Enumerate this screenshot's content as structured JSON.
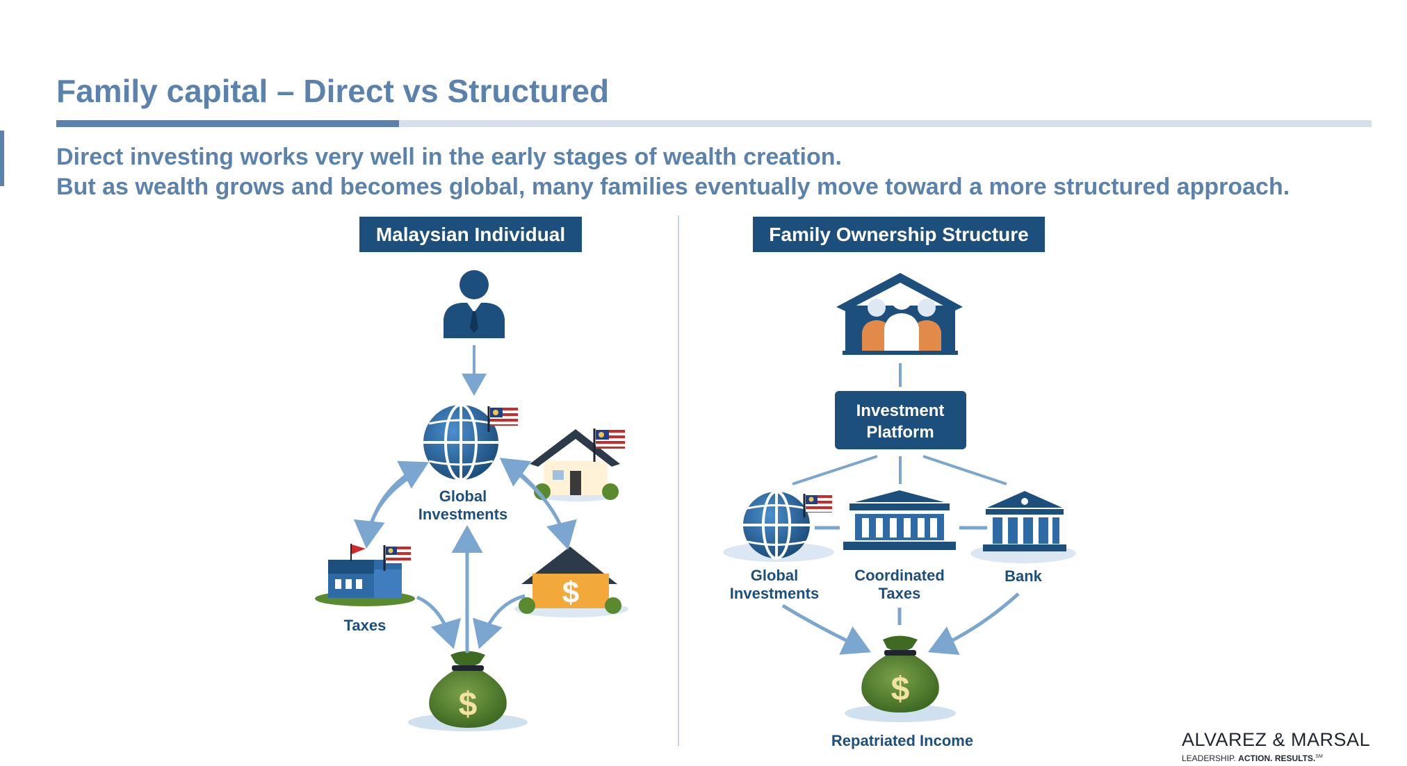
{
  "slide": {
    "title": "Family capital – Direct vs Structured",
    "subtitle_line1": "Direct investing works very well in the early stages of wealth creation.",
    "subtitle_line2": "But as wealth grows and becomes global, many families eventually move toward a more structured approach."
  },
  "left_panel": {
    "header": "Malaysian Individual",
    "globe_label_line1": "Global",
    "globe_label_line2": "Investments",
    "taxes_label": "Taxes"
  },
  "right_panel": {
    "header": "Family Ownership Structure",
    "platform_line1": "Investment",
    "platform_line2": "Platform",
    "globe_label_line1": "Global",
    "globe_label_line2": "Investments",
    "taxes_label_line1": "Coordinated",
    "taxes_label_line2": "Taxes",
    "bank_label": "Bank",
    "income_label": "Repatriated Income"
  },
  "brand": {
    "name": "ALVAREZ & MARSAL",
    "tag_plain": "LEADERSHIP.",
    "tag_bold": "ACTION. RESULTS.",
    "tag_mark": "SM"
  },
  "colors": {
    "title_blue": "#5b82ad",
    "navy": "#1d4f7c",
    "arrow_blue": "#7aa6cf",
    "money_green": "#4e7a2c",
    "orange": "#e28a4a",
    "gold": "#f2a93a"
  }
}
